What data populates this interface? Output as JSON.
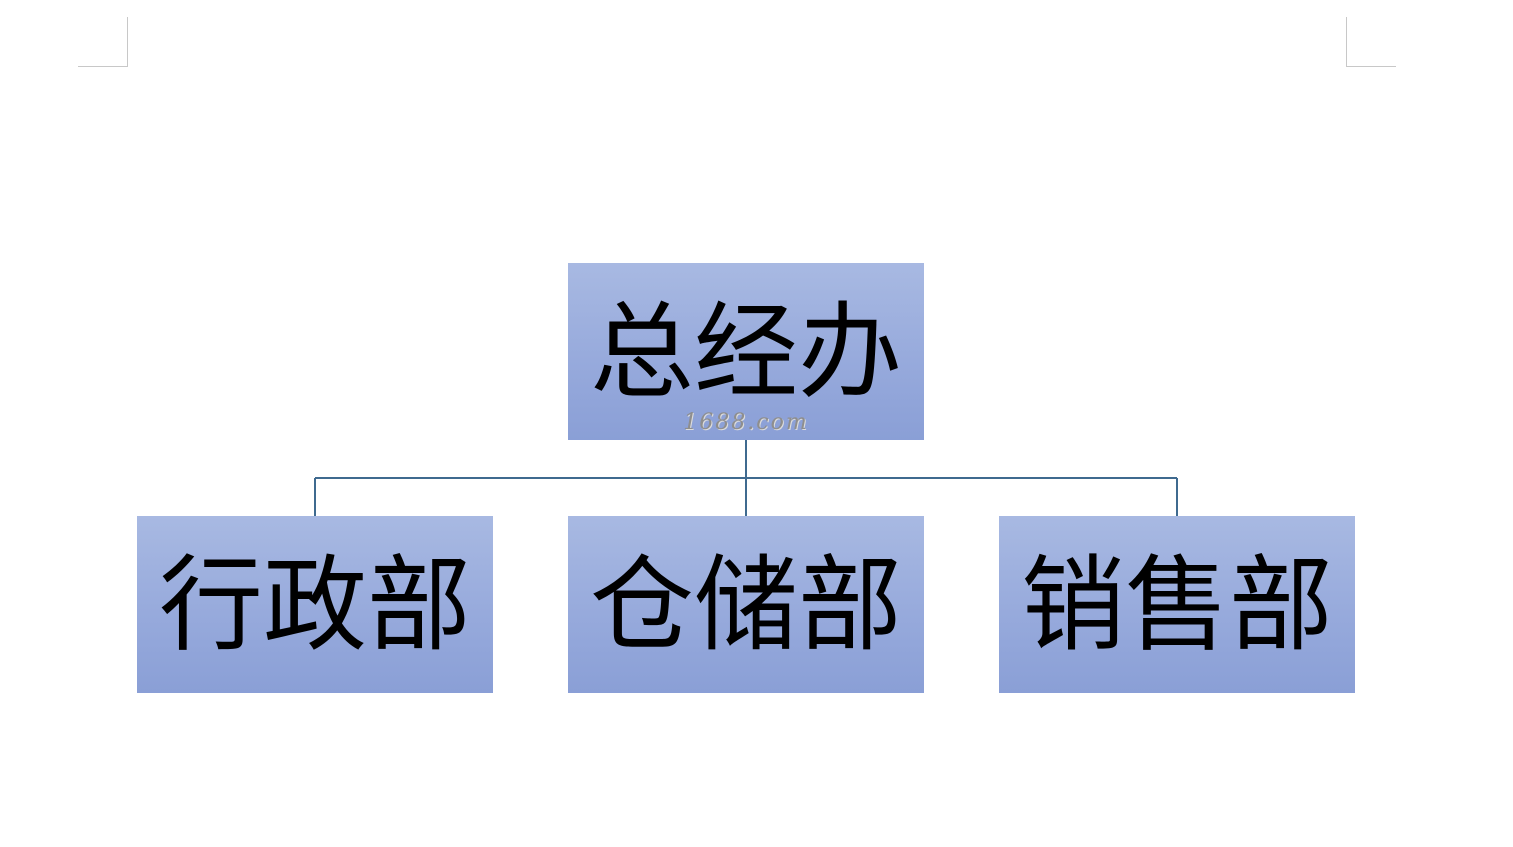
{
  "org_chart": {
    "root": {
      "label": "总经办"
    },
    "children": [
      {
        "label": "行政部"
      },
      {
        "label": "仓储部"
      },
      {
        "label": "销售部"
      }
    ]
  },
  "watermark": "1688.com",
  "colors": {
    "node_fill_top": "#a8b9e2",
    "node_fill_bottom": "#8a9fd6",
    "connector": "#3f6a8f"
  }
}
